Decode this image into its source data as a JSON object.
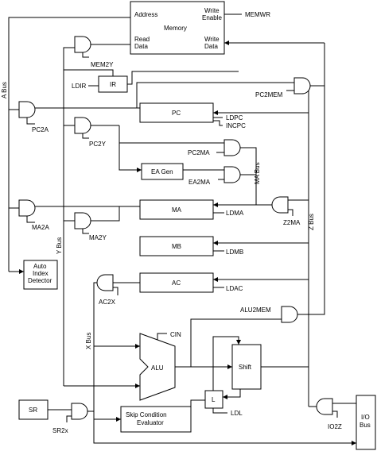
{
  "memory": {
    "title": "Memory",
    "address": "Address",
    "write_enable_1": "Write",
    "write_enable_2": "Enable",
    "read_data_1": "Read",
    "read_data_2": "Data",
    "write_data_1": "Write",
    "write_data_2": "Data",
    "memwr": "MEMWR"
  },
  "registers": {
    "ir": "IR",
    "pc": "PC",
    "ea_gen": "EA Gen",
    "ma": "MA",
    "mb": "MB",
    "ac": "AC",
    "shift": "Shift",
    "l": "L",
    "sr": "SR",
    "io_bus_1": "I/O",
    "io_bus_2": "Bus",
    "alu": "ALU",
    "auto_index_1": "Auto",
    "auto_index_2": "Index",
    "auto_index_3": "Detector",
    "skip_1": "Skip Condition",
    "skip_2": "Evaluator"
  },
  "signals": {
    "mem2y": "MEM2Y",
    "ldir": "LDIR",
    "pc2mem": "PC2MEM",
    "pc2a": "PC2A",
    "ldpc": "LDPC",
    "incpc": "INCPC",
    "pc2y": "PC2Y",
    "pc2ma": "PC2MA",
    "ea2ma": "EA2MA",
    "ldma": "LDMA",
    "z2ma": "Z2MA",
    "ma2a": "MA2A",
    "ma2y": "MA2Y",
    "ldmb": "LDMB",
    "ldac": "LDAC",
    "ac2x": "AC2X",
    "alu2mem": "ALU2MEM",
    "cin": "CIN",
    "ldl": "LDL",
    "sr2x": "SR2x",
    "io2z": "IO2Z"
  },
  "buses": {
    "a_bus": "A Bus",
    "y_bus": "Y Bus",
    "x_bus": "X Bus",
    "ma_bus": "MA Bus",
    "z_bus": "Z Bus"
  }
}
